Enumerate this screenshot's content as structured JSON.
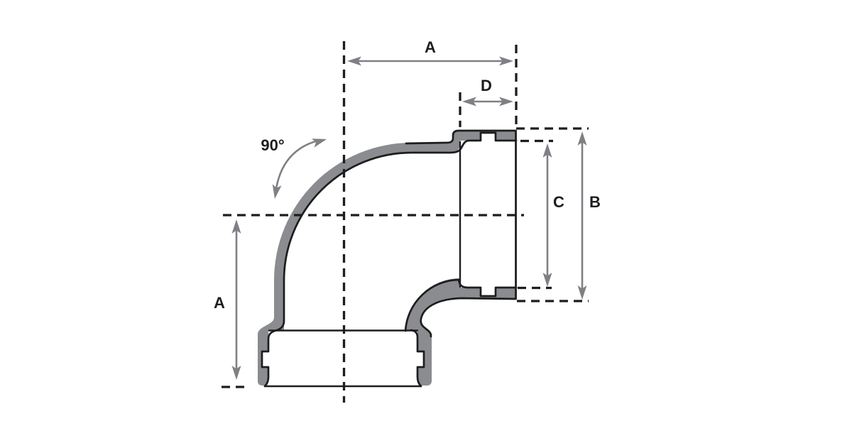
{
  "diagram": {
    "description": "Cross-section technical drawing of a 90-degree elbow pipe fitting with dimension arrows",
    "angle_label": "90°",
    "labels": {
      "top_width": "A",
      "hub_depth": "D",
      "left_height": "A",
      "port_inner_height": "C",
      "port_outer_height": "B"
    },
    "colors": {
      "background": "#ffffff",
      "body": "#8b8c90",
      "outline": "#1d1d1f",
      "dimension": "#7f8084"
    }
  }
}
